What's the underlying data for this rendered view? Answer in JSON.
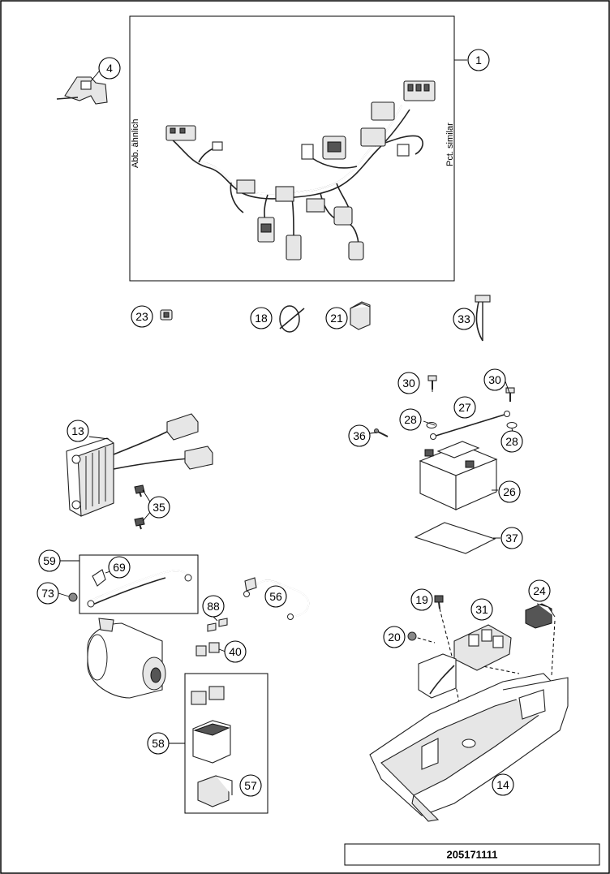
{
  "labels": {
    "similar_de": "Abb. ähnlich",
    "similar_en": "Pct. similar"
  },
  "diagram_code": "205171111",
  "callouts": [
    "1",
    "4",
    "23",
    "18",
    "21",
    "33",
    "30",
    "30",
    "27",
    "28",
    "28",
    "36",
    "26",
    "37",
    "13",
    "35",
    "59",
    "69",
    "73",
    "88",
    "56",
    "40",
    "19",
    "31",
    "24",
    "20",
    "58",
    "57",
    "14"
  ]
}
